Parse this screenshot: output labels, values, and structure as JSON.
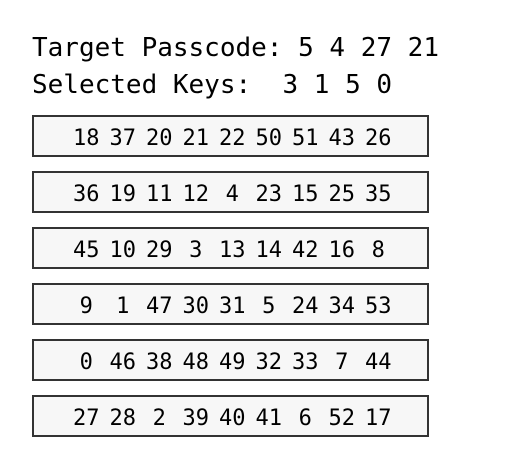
{
  "header": {
    "target_label": "Target Passcode:",
    "target_code": "5 4 27 21",
    "selected_label": "Selected Keys:",
    "selected_keys": "3 1 5 0"
  },
  "keypad": {
    "rows": [
      [
        "18",
        "37",
        "20",
        "21",
        "22",
        "50",
        "51",
        "43",
        "26"
      ],
      [
        "36",
        "19",
        "11",
        "12",
        "4",
        "23",
        "15",
        "25",
        "35"
      ],
      [
        "45",
        "10",
        "29",
        "3",
        "13",
        "14",
        "42",
        "16",
        "8"
      ],
      [
        "9",
        "1",
        "47",
        "30",
        "31",
        "5",
        "24",
        "34",
        "53"
      ],
      [
        "0",
        "46",
        "38",
        "48",
        "49",
        "32",
        "33",
        "7",
        "44"
      ],
      [
        "27",
        "28",
        "2",
        "39",
        "40",
        "41",
        "6",
        "52",
        "17"
      ]
    ]
  }
}
